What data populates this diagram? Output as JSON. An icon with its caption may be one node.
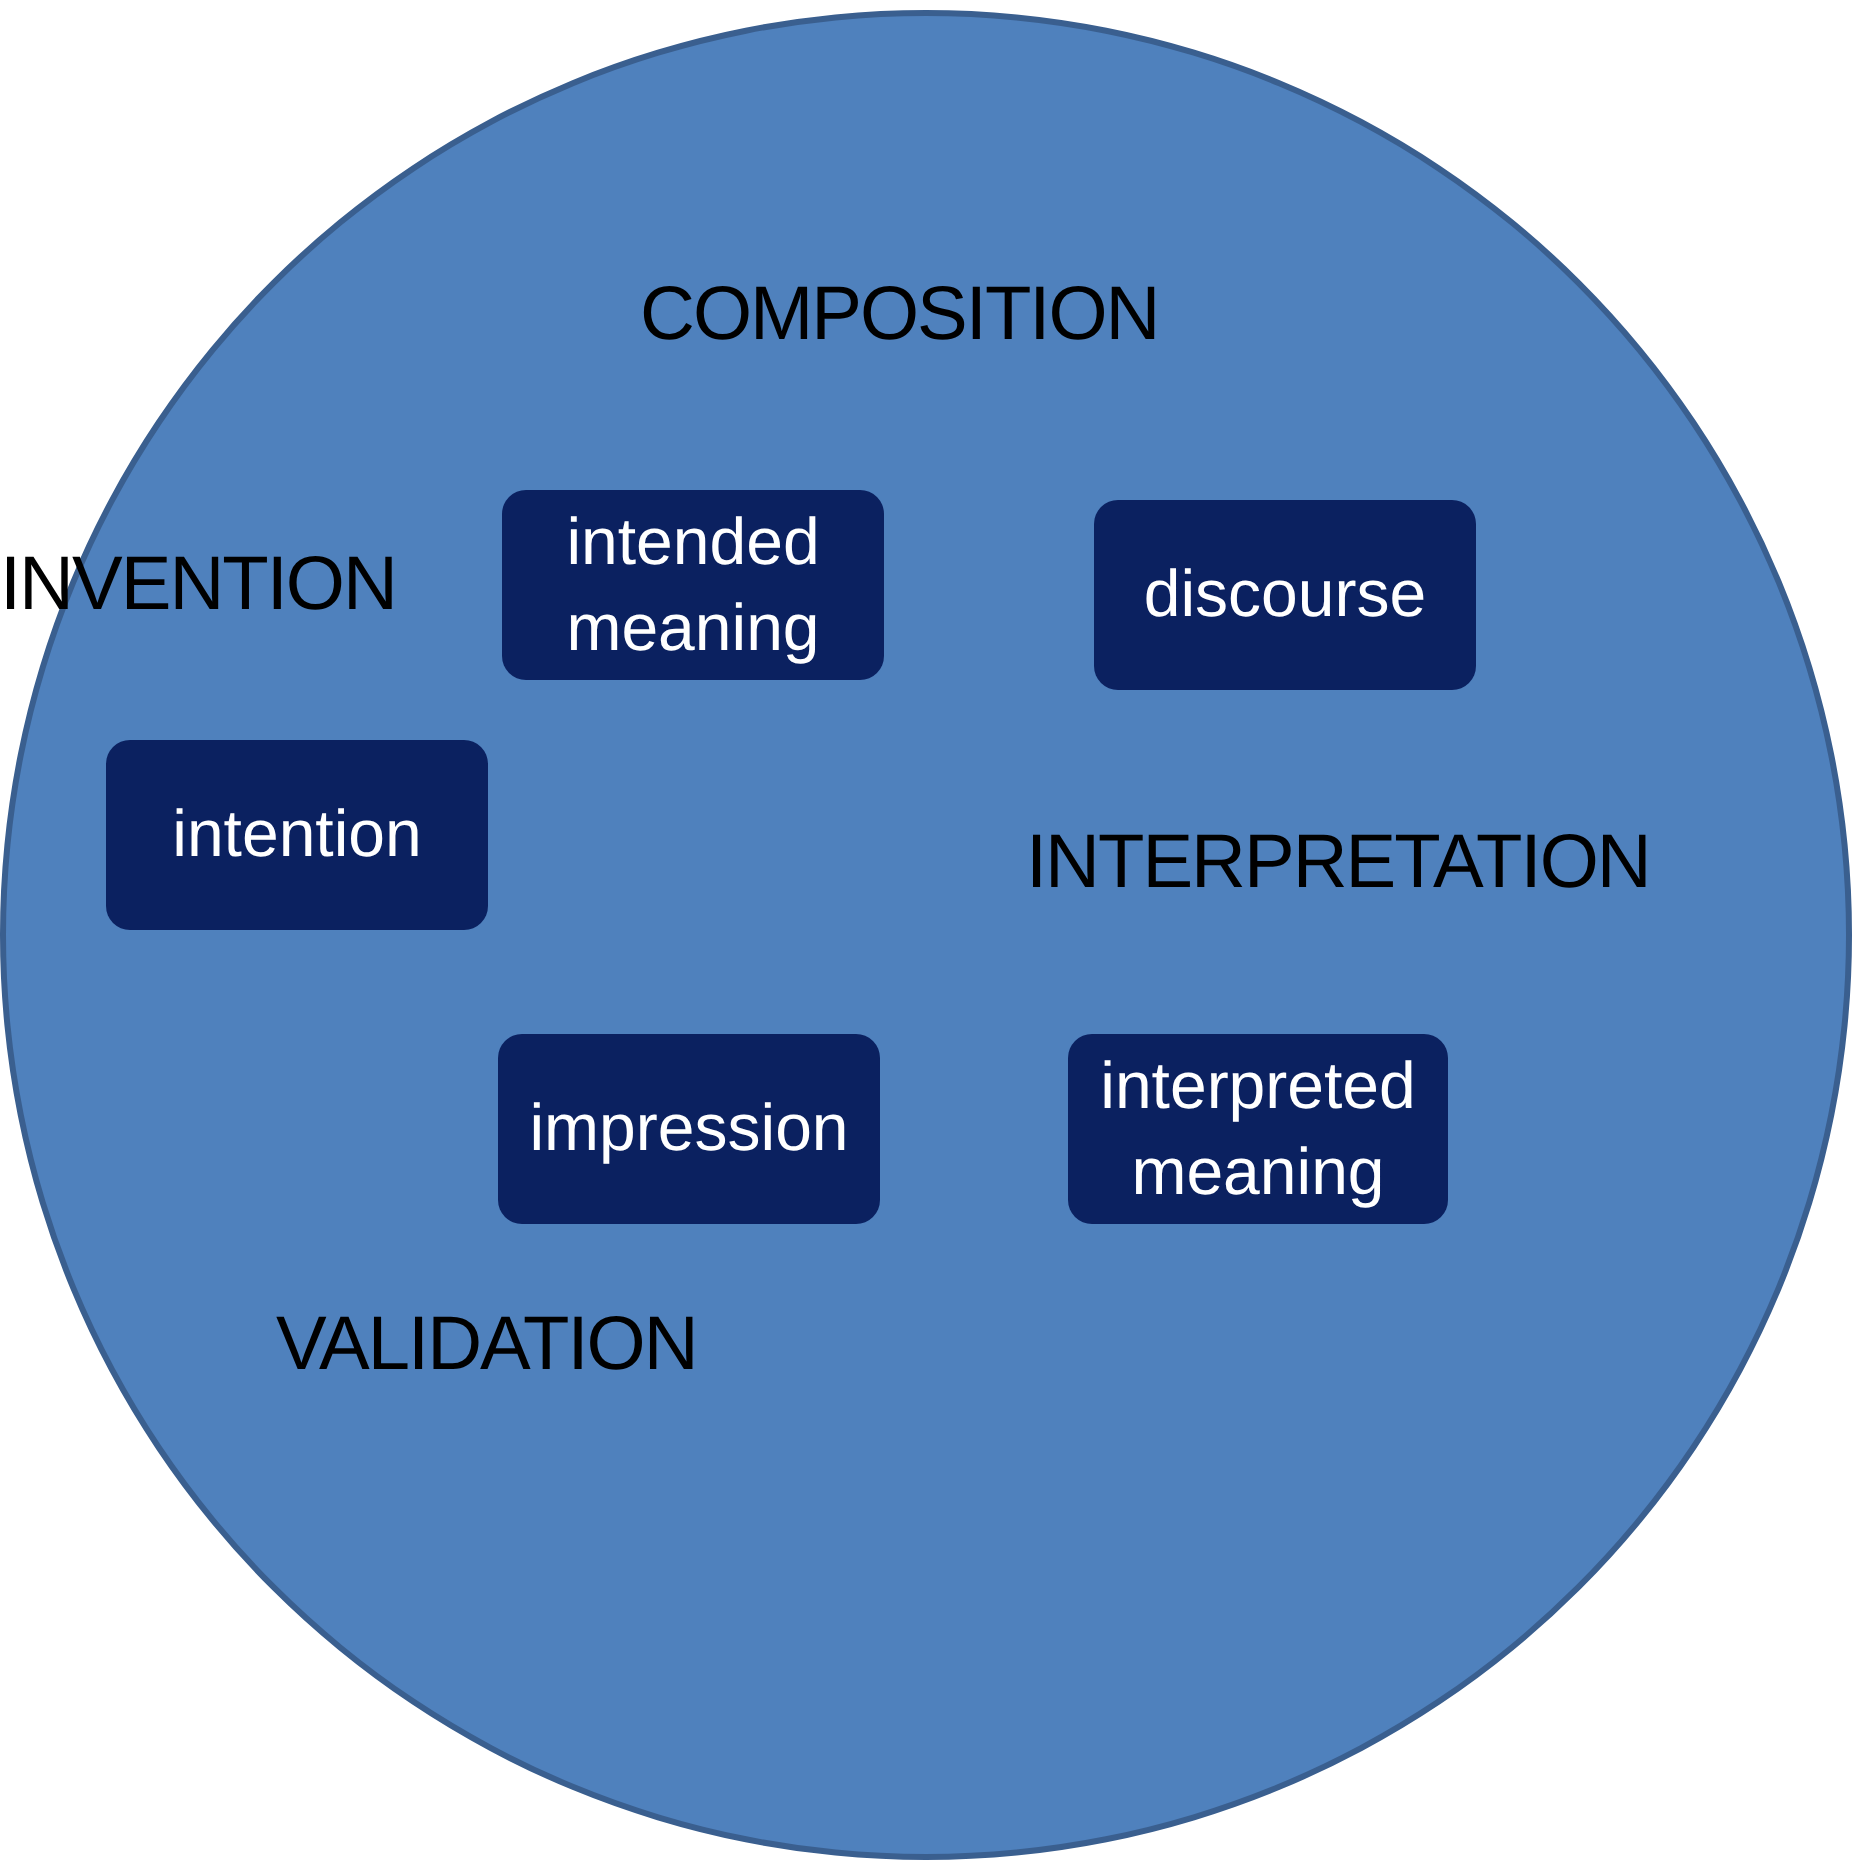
{
  "diagram": {
    "nodes": [
      {
        "text": [],
        "shape": "circle"
      },
      {
        "text": [
          "intended meaning"
        ],
        "in": 0
      },
      {
        "text": [
          "discourse"
        ],
        "in": 0
      },
      {
        "text": [
          "intention"
        ],
        "in": 0
      },
      {
        "text": [
          "impression"
        ],
        "in": 0
      },
      {
        "text": [
          "interpreted meaning"
        ],
        "in": 0
      }
    ],
    "edges": [],
    "labels": [
      "COMPOSITION",
      "INVENTION",
      "INTERPRETATION",
      "VALIDATION"
    ]
  }
}
